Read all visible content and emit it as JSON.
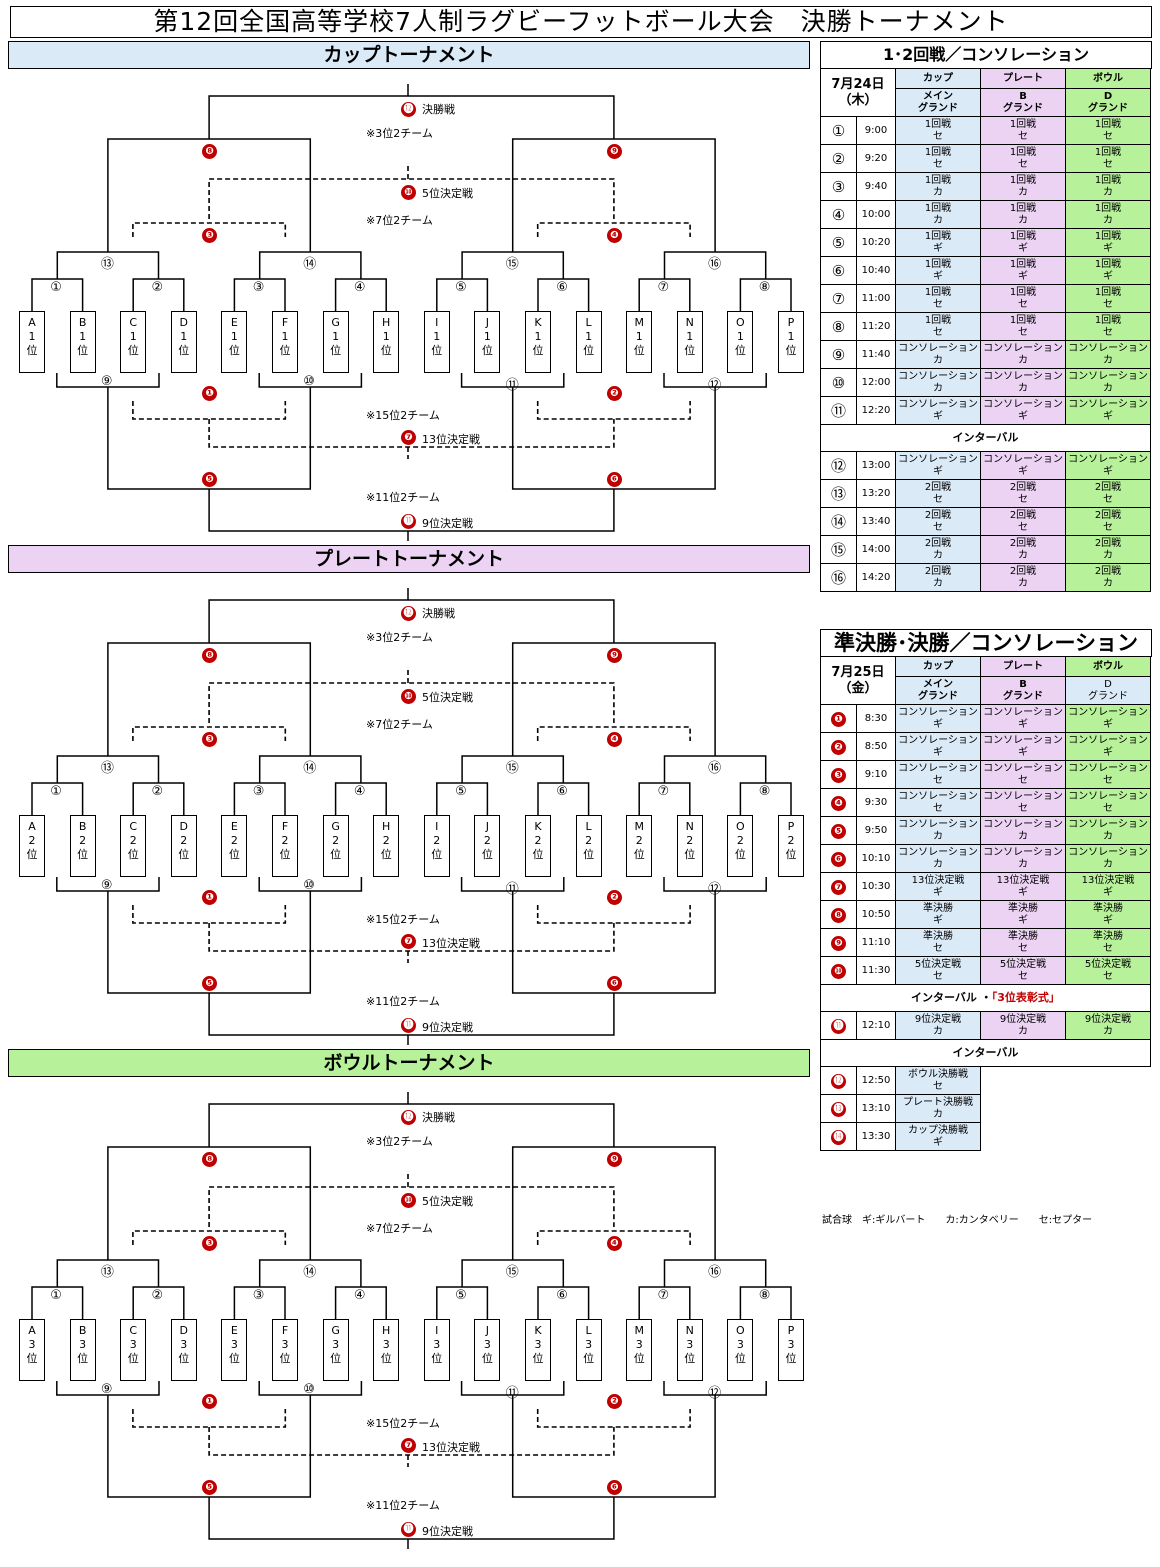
{
  "title": "第12回全国高等学校7人制ラグビーフットボール大会　決勝トーナメント",
  "tournaments": [
    {
      "name": "カップトーナメント",
      "color": "#dbeaf7",
      "rank": "1",
      "teams": [
        "A",
        "B",
        "C",
        "D",
        "E",
        "F",
        "G",
        "H",
        "I",
        "J",
        "K",
        "L",
        "M",
        "N",
        "O",
        "P"
      ]
    },
    {
      "name": "プレートトーナメント",
      "color": "#ecd3f4",
      "rank": "2",
      "teams": [
        "A",
        "B",
        "C",
        "D",
        "E",
        "F",
        "G",
        "H",
        "I",
        "J",
        "K",
        "L",
        "M",
        "N",
        "O",
        "P"
      ]
    },
    {
      "name": "ボウルトーナメント",
      "color": "#b7f19a",
      "rank": "3",
      "teams": [
        "A",
        "B",
        "C",
        "D",
        "E",
        "F",
        "G",
        "H",
        "I",
        "J",
        "K",
        "L",
        "M",
        "N",
        "O",
        "P"
      ]
    }
  ],
  "rank_suffix": "位",
  "bracket_labels": {
    "final": "決勝戦",
    "third": "※3位2チーム",
    "fifth": "5位決定戦",
    "seventh": "※7位2チーム",
    "fifteenth": "※15位2チーム",
    "thirteenth": "13位決定戦",
    "eleventh": "※11位2チーム",
    "ninth": "9位決定戦"
  },
  "bracket_numbers": {
    "r1": [
      "①",
      "②",
      "③",
      "④",
      "⑤",
      "⑥",
      "⑦",
      "⑧"
    ],
    "r1_cons": [
      "⑨",
      "⑩",
      "⑪",
      "⑫"
    ],
    "r2": [
      "⑬",
      "⑭",
      "⑮",
      "⑯"
    ],
    "red": {
      "c1": "❶",
      "c2": "❷",
      "c3": "❸",
      "c4": "❹",
      "c5": "❺",
      "c6": "❻",
      "c7": "❼",
      "c8": "❽",
      "c9": "❾",
      "c10": "❿",
      "c11": "⓫",
      "c12": "⓬"
    }
  },
  "day1": {
    "heading": "1･2回戦／コンソレーション",
    "date": "7月24日",
    "weekday": "（木）",
    "cols": [
      {
        "type": "カップ",
        "ground": "メイン\nグランド"
      },
      {
        "type": "プレート",
        "ground": "B\nグランド"
      },
      {
        "type": "ボウル",
        "ground": "D\nグランド"
      }
    ],
    "rows": [
      {
        "n": "①",
        "t": "9:00",
        "c": [
          "1回戦\nセ",
          "1回戦\nセ",
          "1回戦\nセ"
        ]
      },
      {
        "n": "②",
        "t": "9:20",
        "c": [
          "1回戦\nセ",
          "1回戦\nセ",
          "1回戦\nセ"
        ]
      },
      {
        "n": "③",
        "t": "9:40",
        "c": [
          "1回戦\nカ",
          "1回戦\nカ",
          "1回戦\nカ"
        ]
      },
      {
        "n": "④",
        "t": "10:00",
        "c": [
          "1回戦\nカ",
          "1回戦\nカ",
          "1回戦\nカ"
        ]
      },
      {
        "n": "⑤",
        "t": "10:20",
        "c": [
          "1回戦\nギ",
          "1回戦\nギ",
          "1回戦\nギ"
        ]
      },
      {
        "n": "⑥",
        "t": "10:40",
        "c": [
          "1回戦\nギ",
          "1回戦\nギ",
          "1回戦\nギ"
        ]
      },
      {
        "n": "⑦",
        "t": "11:00",
        "c": [
          "1回戦\nセ",
          "1回戦\nセ",
          "1回戦\nセ"
        ]
      },
      {
        "n": "⑧",
        "t": "11:20",
        "c": [
          "1回戦\nセ",
          "1回戦\nセ",
          "1回戦\nセ"
        ]
      },
      {
        "n": "⑨",
        "t": "11:40",
        "c": [
          "コンソレーション\nカ",
          "コンソレーション\nカ",
          "コンソレーション\nカ"
        ]
      },
      {
        "n": "⑩",
        "t": "12:00",
        "c": [
          "コンソレーション\nカ",
          "コンソレーション\nカ",
          "コンソレーション\nカ"
        ]
      },
      {
        "n": "⑪",
        "t": "12:20",
        "c": [
          "コンソレーション\nギ",
          "コンソレーション\nギ",
          "コンソレーション\nギ"
        ]
      },
      {
        "interval": "インターバル"
      },
      {
        "n": "⑫",
        "t": "13:00",
        "c": [
          "コンソレーション\nギ",
          "コンソレーション\nギ",
          "コンソレーション\nギ"
        ]
      },
      {
        "n": "⑬",
        "t": "13:20",
        "c": [
          "2回戦\nセ",
          "2回戦\nセ",
          "2回戦\nセ"
        ]
      },
      {
        "n": "⑭",
        "t": "13:40",
        "c": [
          "2回戦\nセ",
          "2回戦\nセ",
          "2回戦\nセ"
        ]
      },
      {
        "n": "⑮",
        "t": "14:00",
        "c": [
          "2回戦\nカ",
          "2回戦\nカ",
          "2回戦\nカ"
        ]
      },
      {
        "n": "⑯",
        "t": "14:20",
        "c": [
          "2回戦\nカ",
          "2回戦\nカ",
          "2回戦\nカ"
        ]
      }
    ]
  },
  "day2": {
    "heading": "準決勝･決勝／コンソレーション",
    "date": "7月25日",
    "weekday": "（金）",
    "cols": [
      {
        "type": "カップ",
        "ground": "メイン\nグランド"
      },
      {
        "type": "プレート",
        "ground": "B\nグランド"
      },
      {
        "type": "ボウル",
        "ground": "D\nグランド"
      }
    ],
    "rows": [
      {
        "n": "❶",
        "red": true,
        "t": "8:30",
        "c": [
          "コンソレーション\nギ",
          "コンソレーション\nギ",
          "コンソレーション\nギ"
        ]
      },
      {
        "n": "❷",
        "red": true,
        "t": "8:50",
        "c": [
          "コンソレーション\nギ",
          "コンソレーション\nギ",
          "コンソレーション\nギ"
        ]
      },
      {
        "n": "❸",
        "red": true,
        "t": "9:10",
        "c": [
          "コンソレーション\nセ",
          "コンソレーション\nセ",
          "コンソレーション\nセ"
        ]
      },
      {
        "n": "❹",
        "red": true,
        "t": "9:30",
        "c": [
          "コンソレーション\nセ",
          "コンソレーション\nセ",
          "コンソレーション\nセ"
        ]
      },
      {
        "n": "❺",
        "red": true,
        "t": "9:50",
        "c": [
          "コンソレーション\nカ",
          "コンソレーション\nカ",
          "コンソレーション\nカ"
        ]
      },
      {
        "n": "❻",
        "red": true,
        "t": "10:10",
        "c": [
          "コンソレーション\nカ",
          "コンソレーション\nカ",
          "コンソレーション\nカ"
        ]
      },
      {
        "n": "❼",
        "red": true,
        "t": "10:30",
        "c": [
          "13位決定戦\nギ",
          "13位決定戦\nギ",
          "13位決定戦\nギ"
        ]
      },
      {
        "n": "❽",
        "red": true,
        "t": "10:50",
        "c": [
          "準決勝\nギ",
          "準決勝\nギ",
          "準決勝\nギ"
        ]
      },
      {
        "n": "❾",
        "red": true,
        "t": "11:10",
        "c": [
          "準決勝\nセ",
          "準決勝\nセ",
          "準決勝\nセ"
        ]
      },
      {
        "n": "❿",
        "red": true,
        "t": "11:30",
        "c": [
          "5位決定戦\nセ",
          "5位決定戦\nセ",
          "5位決定戦\nセ"
        ]
      },
      {
        "interval": "インターバル ・",
        "note": "「3位表彰式」"
      },
      {
        "n": "⓫",
        "red": true,
        "t": "12:10",
        "c": [
          "9位決定戦\nカ",
          "9位決定戦\nカ",
          "9位決定戦\nカ"
        ]
      },
      {
        "interval": "インターバル"
      },
      {
        "n": "⓬",
        "red": true,
        "t": "12:50",
        "c": [
          "ボウル決勝戦\nセ"
        ],
        "finals": true
      },
      {
        "n": "⓭",
        "red": true,
        "t": "13:10",
        "c": [
          "プレート決勝戦\nカ"
        ],
        "finals": true
      },
      {
        "n": "⓮",
        "red": true,
        "t": "13:30",
        "c": [
          "カップ決勝戦\nギ"
        ],
        "finals": true
      }
    ]
  },
  "legend": "試合球　ギ:ギルバート　　カ:カンタベリー　　セ:セプター"
}
